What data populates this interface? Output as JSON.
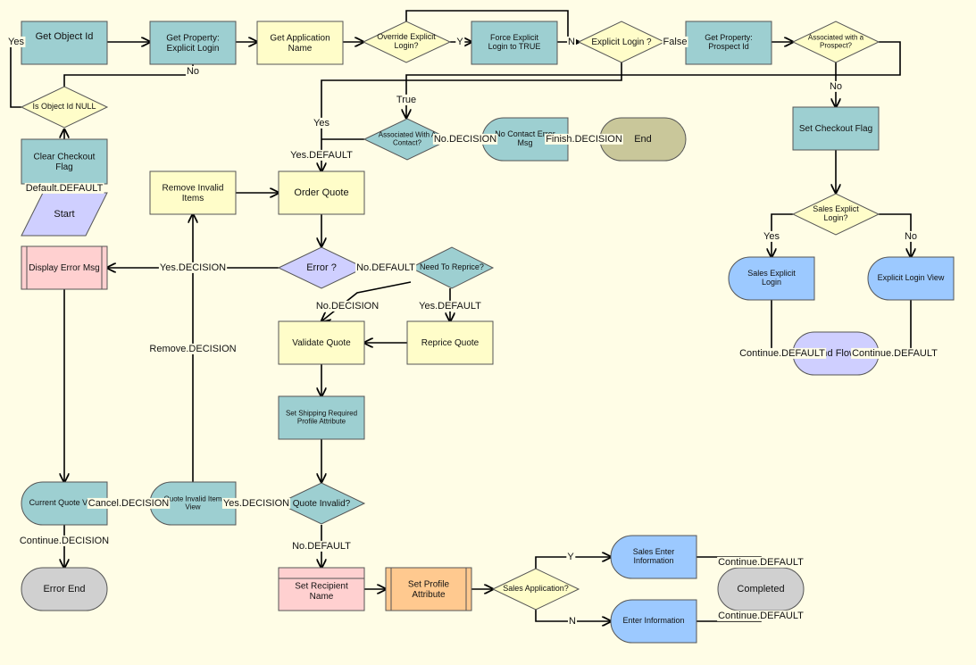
{
  "nodes": {
    "get_object_id": "Get Object Id",
    "get_prop_explicit": "Get Property: Explicit Login",
    "get_app_name": "Get Application Name",
    "override_explicit": "Override Explicit Login?",
    "force_explicit": "Force Explicit Login to TRUE",
    "explicit_login": "Explicit Login ?",
    "get_prop_prospect": "Get Property: Prospect Id",
    "assoc_prospect": "Associated with a Prospect?",
    "is_object_id_null": "Is Object Id NULL",
    "clear_checkout": "Clear Checkout Flag",
    "start": "Start",
    "assoc_contact": "Associated With A Contact?",
    "no_contact_err": "No Contact Error Msg",
    "end": "End",
    "set_checkout_flag": "Set Checkout Flag",
    "remove_invalid": "Remove Invalid Items",
    "order_quote": "Order Quote",
    "sales_explicit_q": "Sales Explict Login?",
    "display_error": "Display Error Msg",
    "error_q": "Error ?",
    "need_reprice": "Need To Reprice?",
    "sales_explicit_login": "Sales Explicit Login",
    "explicit_login_view": "Explicit Login View",
    "end_flow": "End Flow",
    "validate_quote": "Validate Quote",
    "reprice_quote": "Reprice Quote",
    "set_shipping": "Set Shipping Required Profile Attribute",
    "current_quote_view": "Current Quote View",
    "quote_invalid_view": "Quote Invalid Item View",
    "quote_invalid_q": "Quote Invalid?",
    "error_end": "Error End",
    "set_recipient": "Set Recipient Name",
    "set_profile_attr": "Set Profile Attribute",
    "sales_app_q": "Sales Application?",
    "sales_enter_info": "Sales Enter Information",
    "enter_info": "Enter Information",
    "completed": "Completed"
  },
  "edges": {
    "yes": "Yes",
    "no": "No",
    "y": "Y",
    "n": "N",
    "false": "False",
    "true": "True",
    "default_default": "Default.DEFAULT",
    "yes_default": "Yes.DEFAULT",
    "no_decision": "No.DECISION",
    "finish_decision": "Finish.DECISION",
    "yes_decision": "Yes.DECISION",
    "no_default": "No.DEFAULT",
    "remove_decision": "Remove.DECISION",
    "cancel_decision": "Cancel.DECISION",
    "continue_decision": "Continue.DECISION",
    "continue_default": "Continue.DEFAULT"
  },
  "colors": {
    "background": "#fffde6",
    "teal_box": "#9dcfd1",
    "light_yellow_box": "#fffdc9",
    "lavender": "#cfcfff",
    "pink_box": "#ffd0d0",
    "orange_box": "#ffc98f",
    "blue_view": "#9cc9ff",
    "khaki_end": "#c9c79a",
    "grey_end": "#d0d0d0"
  }
}
